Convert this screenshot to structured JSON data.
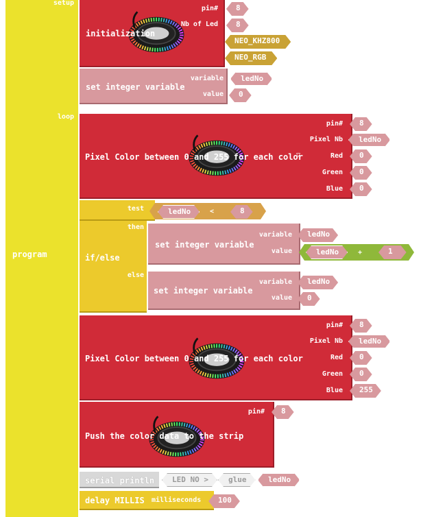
{
  "program": {
    "label": "program",
    "setup_label": "setup",
    "loop_label": "loop"
  },
  "init": {
    "title": "initialization",
    "pin_label": "pin#",
    "pin_value": "8",
    "nb_label": "Nb of Led",
    "nb_value": "8",
    "opt1": "NEO_KHZ800",
    "opt2": "NEO_RGB"
  },
  "set1": {
    "title": "set integer variable",
    "var_label": "variable",
    "var_value": "ledNo",
    "val_label": "value",
    "val_value": "0"
  },
  "pixel1": {
    "title": "Pixel Color between 0 and 255 for each color",
    "pin_label": "pin#",
    "pin_value": "8",
    "nb_label": "Pixel Nb",
    "nb_value": "ledNo",
    "red_label": "Red",
    "red_value": "0",
    "green_label": "Green",
    "green_value": "0",
    "blue_label": "Blue",
    "blue_value": "0"
  },
  "ifelse": {
    "title": "if/else",
    "test_label": "test",
    "then_label": "then",
    "else_label": "else",
    "cond_left": "ledNo",
    "cond_op": "<",
    "cond_right": "8",
    "then_title": "set integer variable",
    "then_var_label": "variable",
    "then_var_value": "ledNo",
    "then_val_label": "value",
    "then_expr_left": "ledNo",
    "then_expr_op": "+",
    "then_expr_right": "1",
    "else_title": "set integer variable",
    "else_var_label": "variable",
    "else_var_value": "ledNo",
    "else_val_label": "value",
    "else_val_value": "0"
  },
  "pixel2": {
    "title": "Pixel Color between 0 and 255 for each color",
    "pin_label": "pin#",
    "pin_value": "8",
    "nb_label": "Pixel Nb",
    "nb_value": "ledNo",
    "red_label": "Red",
    "red_value": "0",
    "green_label": "Green",
    "green_value": "0",
    "blue_label": "Blue",
    "blue_value": "255"
  },
  "push": {
    "title": "Push the color data to the strip",
    "pin_label": "pin#",
    "pin_value": "8"
  },
  "serial": {
    "title": "serial println",
    "text1": "LED NO >",
    "glue": "glue",
    "var": "ledNo"
  },
  "delay": {
    "title": "delay MILLIS",
    "ms_label": "milliseconds",
    "ms_value": "100"
  },
  "colors": {
    "program": "#ebe22c",
    "red_block": "#d02b38",
    "pink_block": "#d8999e",
    "if_block": "#ecca2c"
  }
}
